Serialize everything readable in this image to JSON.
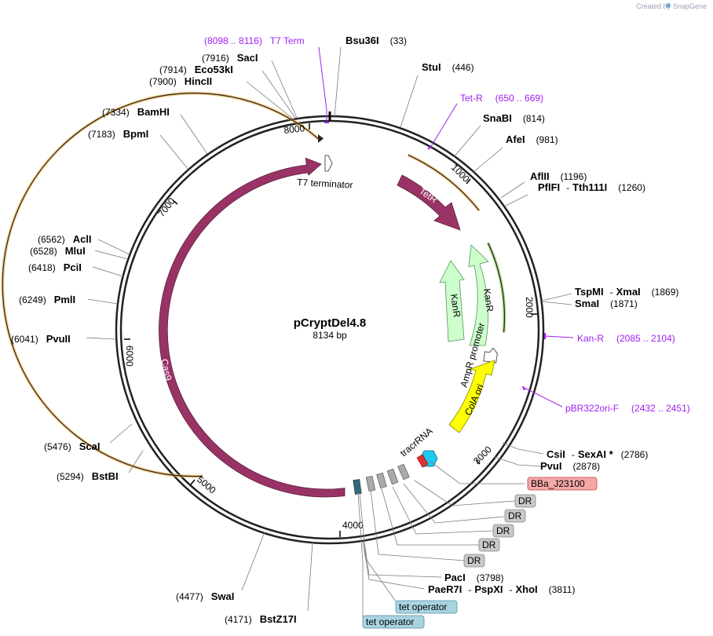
{
  "header": {
    "created_by": "Created by",
    "brand": "SnapGene"
  },
  "plasmid": {
    "name": "pCryptDel4.8",
    "length_label": "8134 bp"
  },
  "ticks": [
    "1000",
    "2000",
    "3000",
    "4000",
    "5000",
    "6000",
    "7000",
    "8000"
  ],
  "features": {
    "tetr": "TetR",
    "kanr_inner": "KanR",
    "kanr_outer": "KanR",
    "ampr_promoter": "AmpR promoter",
    "cola_ori": "ColA ori",
    "cas9": "Cas9",
    "t7_terminator": "T7 terminator",
    "tracrrna": "tracrRNA"
  },
  "sites": {
    "bsu36i": {
      "name": "Bsu36I",
      "pos": "(33)"
    },
    "stui": {
      "name": "StuI",
      "pos": "(446)"
    },
    "snabi": {
      "name": "SnaBI",
      "pos": "(814)"
    },
    "afei": {
      "name": "AfeI",
      "pos": "(981)"
    },
    "aflii": {
      "name": "AflII",
      "pos": "(1196)"
    },
    "pflfi": {
      "name": "PflFI",
      "sep": "-",
      "name2": "Tth111I",
      "pos": "(1260)"
    },
    "tspmi": {
      "name": "TspMI",
      "sep": "-",
      "name2": "XmaI",
      "pos": "(1869)"
    },
    "smai": {
      "name": "SmaI",
      "pos": "(1871)"
    },
    "csii": {
      "name": "CsiI",
      "sep": "-",
      "name2": "SexAI *",
      "pos": "(2786)"
    },
    "pvui": {
      "name": "PvuI",
      "pos": "(2878)"
    },
    "paci": {
      "name": "PacI",
      "pos": "(3798)"
    },
    "paer7i": {
      "name": "PaeR7I",
      "sep1": "-",
      "name2": "PspXI",
      "sep2": "-",
      "name3": "XhoI",
      "pos": "(3811)"
    },
    "bstz17i": {
      "name": "BstZ17I",
      "pos": "(4171)"
    },
    "swai": {
      "name": "SwaI",
      "pos": "(4477)"
    },
    "bstbi": {
      "name": "BstBI",
      "pos": "(5294)"
    },
    "scai": {
      "name": "ScaI",
      "pos": "(5476)"
    },
    "pvuii": {
      "name": "PvuII",
      "pos": "(6041)"
    },
    "pmli": {
      "name": "PmlI",
      "pos": "(6249)"
    },
    "pcii": {
      "name": "PciI",
      "pos": "(6418)"
    },
    "mlui": {
      "name": "MluI",
      "pos": "(6528)"
    },
    "acli": {
      "name": "AclI",
      "pos": "(6562)"
    },
    "bpmi": {
      "name": "BpmI",
      "pos": "(7183)"
    },
    "bamhi": {
      "name": "BamHI",
      "pos": "(7334)"
    },
    "hincii": {
      "name": "HincII",
      "pos": "(7900)"
    },
    "eco53ki": {
      "name": "Eco53kI",
      "pos": "(7914)"
    },
    "saci": {
      "name": "SacI",
      "pos": "(7916)"
    }
  },
  "primers": {
    "t7term": {
      "name": "T7 Term",
      "range": "(8098 .. 8116)"
    },
    "tetr": {
      "name": "Tet-R",
      "range": "(650 .. 669)"
    },
    "kanr": {
      "name": "Kan-R",
      "range": "(2085 .. 2104)"
    },
    "pbr322": {
      "name": "pBR322ori-F",
      "range": "(2432 .. 2451)"
    }
  },
  "labels": {
    "bba": "BBa_J23100",
    "dr1": "DR",
    "dr2": "DR",
    "dr3": "DR",
    "dr4": "DR",
    "dr5": "DR",
    "tetop1": "tet operator",
    "tetop2": "tet operator"
  },
  "colors": {
    "backbone": "#222222",
    "cas9": "#993366",
    "tetr": "#993366",
    "kanr": "#ccffcc",
    "cola_ori": "#ffff00",
    "primer": "#a020f0",
    "orf_orange": "#f0a830",
    "orf_green": "#7fbf40",
    "dr_box": "#c8c8c8",
    "bba_box": "#f4a8a8",
    "tetop_box": "#a8d4e0"
  }
}
